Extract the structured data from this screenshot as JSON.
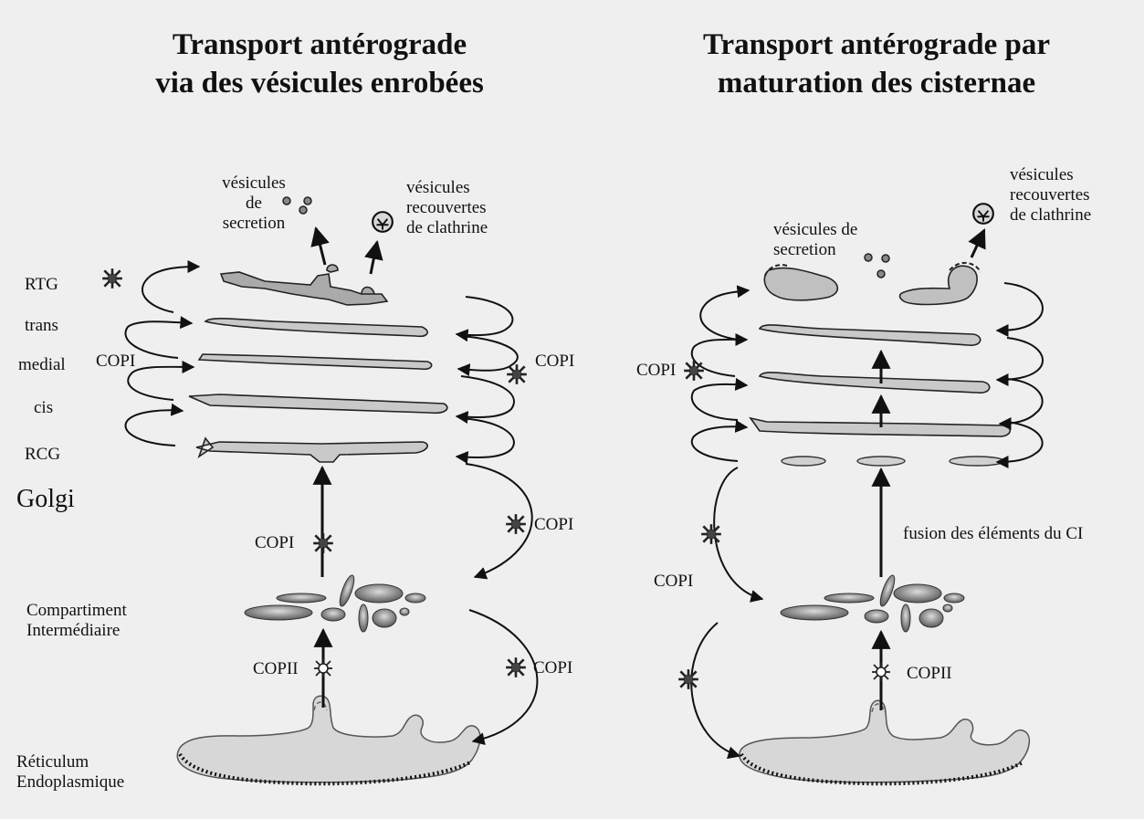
{
  "left": {
    "title_line1": "Transport antérograde",
    "title_line2": "via des vésicules enrobées",
    "vesicules_secretion": [
      "vésicules",
      "de",
      "secretion"
    ],
    "vesicules_clathrine": [
      "vésicules",
      "recouvertes",
      "de clathrine"
    ],
    "levels": {
      "rtg": "RTG",
      "trans": "trans",
      "medial": "medial",
      "cis": "cis",
      "rcg": "RCG"
    },
    "golgi": "Golgi",
    "compartiment": [
      "Compartiment",
      "Intermédiaire"
    ],
    "reticulum": [
      "Réticulum",
      "Endoplasmique"
    ],
    "copi_side": "COPI",
    "copi_golgi_right": "COPI",
    "copi_up": "COPI",
    "copi_right_mid": "COPI",
    "copii": "COPII",
    "copi_right_low": "COPI"
  },
  "right": {
    "title_line1": "Transport antérograde par",
    "title_line2": "maturation des cisternae",
    "vesicules_clathrine": [
      "vésicules",
      "recouvertes",
      "de clathrine"
    ],
    "vesicules_secretion": [
      "vésicules de",
      "secretion"
    ],
    "copi_side": "COPI",
    "fusion": "fusion des éléments du CI",
    "copi_left": "COPI",
    "copii": "COPII"
  }
}
